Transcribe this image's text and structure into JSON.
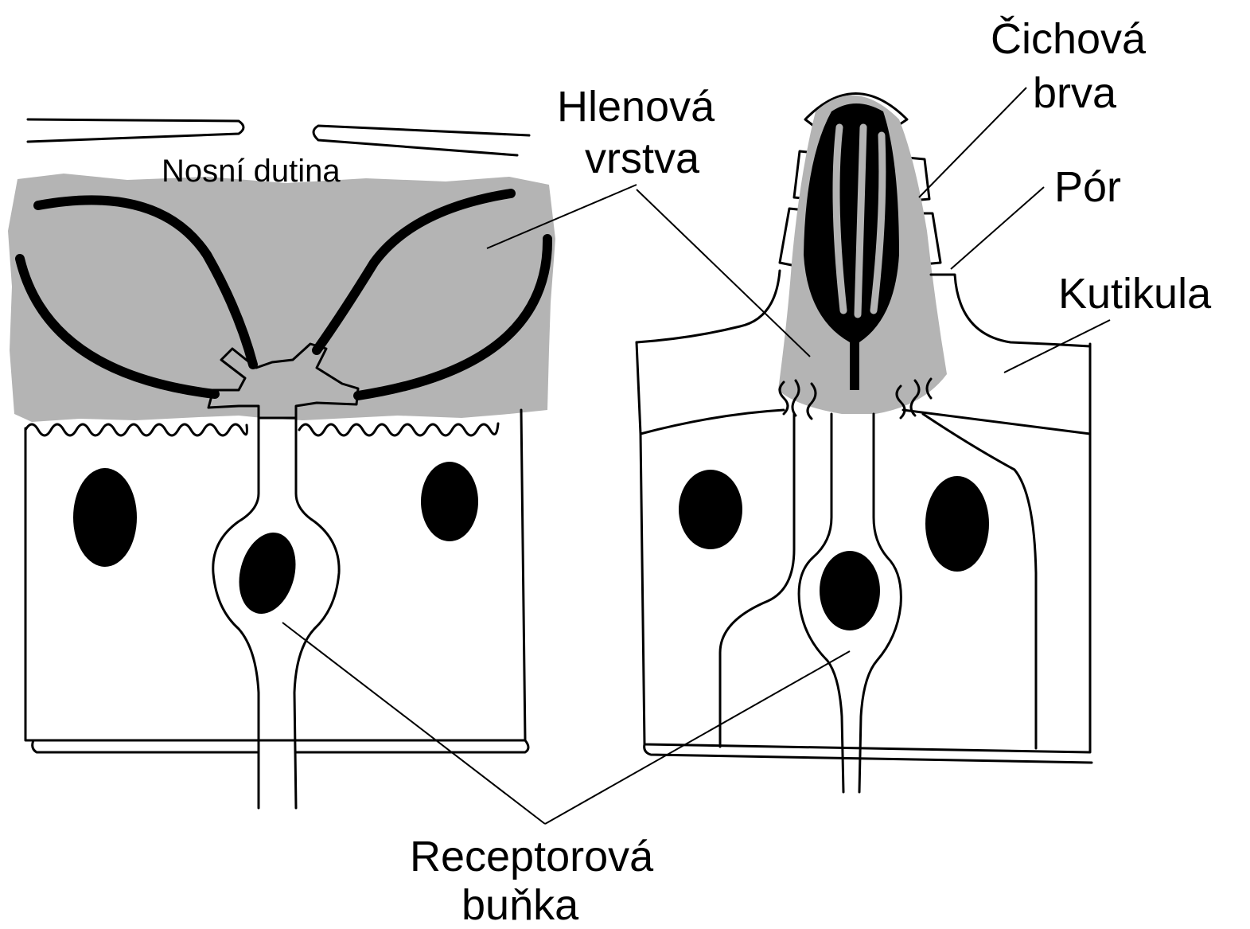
{
  "labels": {
    "nasal_cavity": "Nosní dutina",
    "mucus_line1": "Hlenová",
    "mucus_line2": "vrstva",
    "cilium_line1": "Čichová",
    "cilium_line2": "brva",
    "pore": "Pór",
    "cuticle": "Kutikula",
    "receptor_line1": "Receptorová",
    "receptor_line2": "buňka"
  },
  "colors": {
    "ink": "#000000",
    "mucus_fill": "#b4b4b4",
    "background": "#ffffff"
  }
}
